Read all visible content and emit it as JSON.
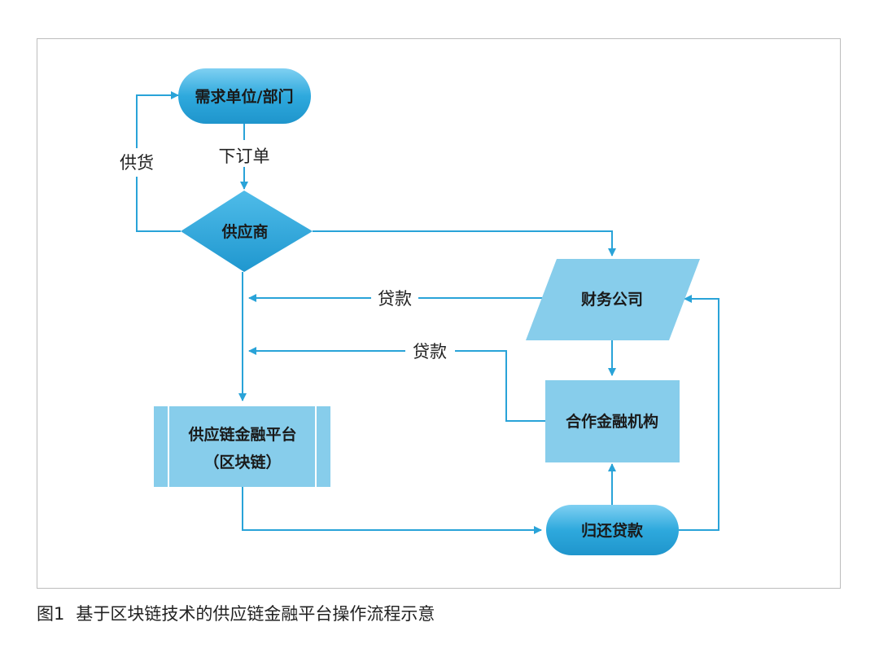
{
  "nodes": {
    "demand_unit": "需求单位/部门",
    "supplier": "供应商",
    "finance_company": "财务公司",
    "platform_line1": "供应链金融平台",
    "platform_line2": "（区块链）",
    "partner_institution": "合作金融机构",
    "repay_loan": "归还贷款"
  },
  "edges": {
    "place_order": "下订单",
    "supply": "供货",
    "loan_top": "贷款",
    "loan_bottom": "贷款"
  },
  "caption": {
    "number": "图1",
    "text": "基于区块链技术的供应链金融平台操作流程示意"
  },
  "colors": {
    "node_fill_dark": "#2aa6db",
    "node_fill_light": "#87cdeb",
    "arrow": "#29a3d8"
  }
}
